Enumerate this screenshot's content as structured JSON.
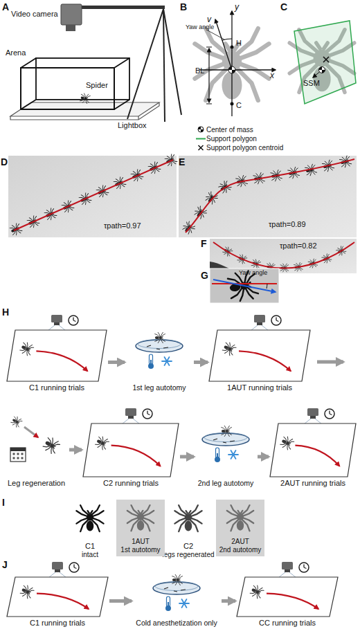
{
  "diagram": {
    "nodes": [
      {
        "text": [
          "C1 running trials"
        ]
      },
      {
        "text": [
          "1st leg autotomy"
        ]
      },
      {
        "text": [
          "1AUT running trials"
        ]
      },
      {
        "text": [
          "Leg regeneration"
        ]
      },
      {
        "text": [
          "C2 running trials"
        ]
      },
      {
        "text": [
          "2nd leg autotomy"
        ]
      },
      {
        "text": [
          "2AUT running trials"
        ]
      },
      {
        "text": [
          "1AUT",
          "1st autotomy"
        ]
      },
      {
        "text": [
          "2AUT",
          "2nd autotomy"
        ]
      },
      {
        "text": [
          "C1 running trials"
        ]
      },
      {
        "text": [
          "Cold anesthetization only"
        ]
      },
      {
        "text": [
          "CC running trials"
        ]
      }
    ],
    "edges": [
      {
        "from": 0,
        "to": 1,
        "arrow": "to"
      },
      {
        "from": 1,
        "to": 2,
        "arrow": "to"
      },
      {
        "from": 3,
        "to": 4,
        "arrow": "to"
      },
      {
        "from": 4,
        "to": 5,
        "arrow": "to"
      },
      {
        "from": 5,
        "to": 6,
        "arrow": "to"
      },
      {
        "from": 9,
        "to": 10,
        "arrow": "to"
      },
      {
        "from": 10,
        "to": 11,
        "arrow": "to"
      }
    ],
    "labels": [
      "A",
      "Video camera",
      "Arena",
      "Spider",
      "Lightbox",
      "B",
      "Yaw angle",
      "v",
      "y",
      "H",
      "BL",
      "x",
      "C",
      "C",
      "SSM",
      "D",
      "τpath=0.97",
      "E",
      "τpath=0.89",
      "F",
      "τpath=0.82",
      "G",
      "Yaw angle",
      "H",
      "I",
      "C1",
      "intact",
      "C2",
      "legs regenerated",
      "J"
    ],
    "legend": [
      {
        "text": "Center of mass"
      },
      {
        "text": "Support polygon"
      },
      {
        "text": "Support polygon centroid"
      }
    ]
  }
}
